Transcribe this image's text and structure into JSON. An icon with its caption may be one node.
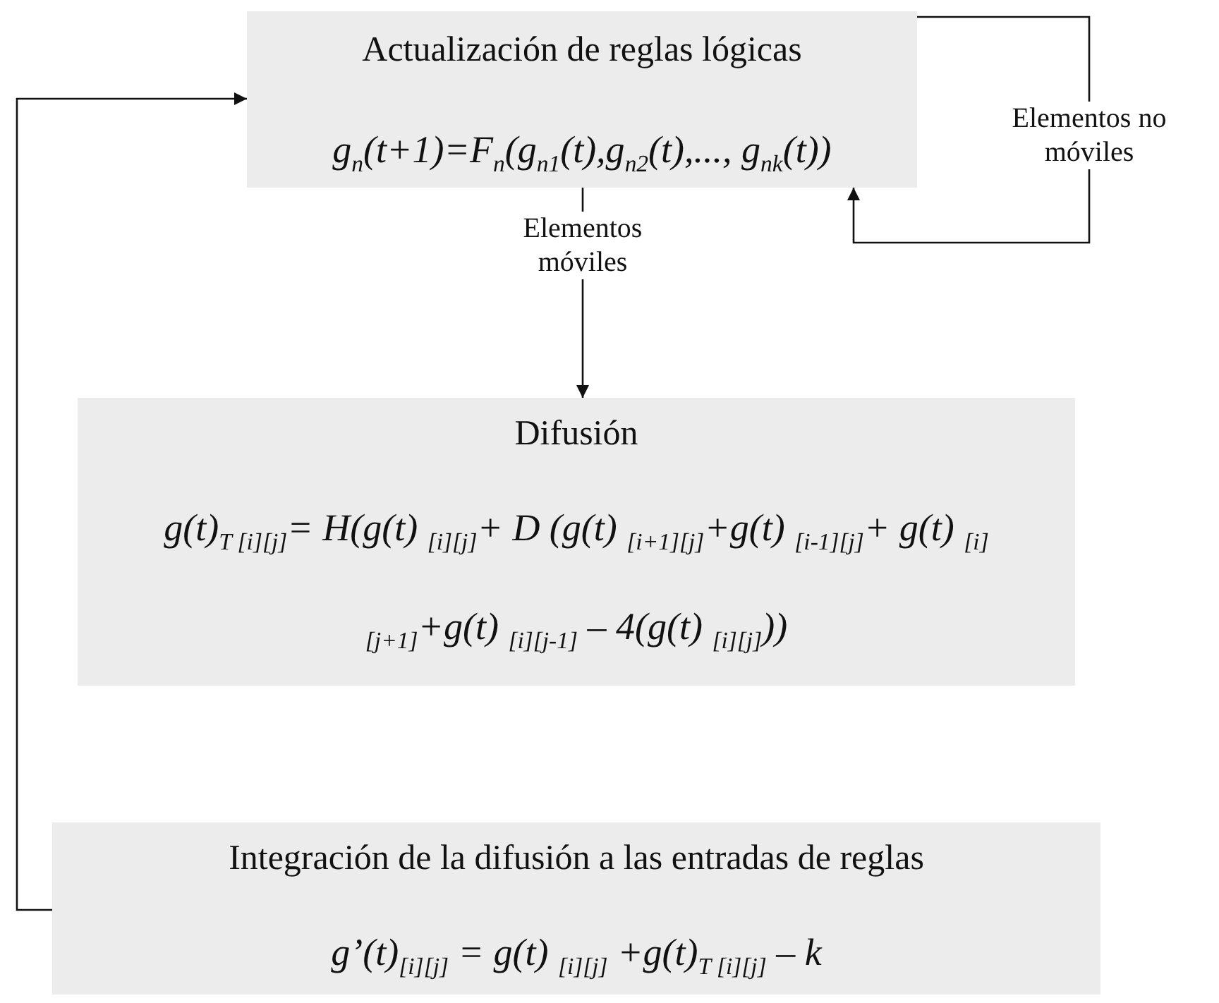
{
  "diagram": {
    "nodes": [
      {
        "text": [
          "Actualización de reglas lógicas",
          "g$_{n}$(t+1)=F$_{n}$(g$_{n1}$(t),g$_{n2}$(t),..., g$_{nk}$(t))"
        ]
      },
      {
        "text": [
          "Difusión",
          "g(t)$_{T [i][j]}$= H(g(t) $_{[i][j]}$+ D (g(t) $_{[i+1][j]}$+g(t) $_{[i-1][j]}$+ g(t) $_{[i][j+1]}$+g(t) $_{[i][j-1]}$ – 4(g(t) $_{[i][j]}$))"
        ]
      },
      {
        "text": [
          "Integración de la difusión a las entradas de reglas",
          "g’(t)$_{[i][j]}$ = g(t) $_{[i][j]}$ +g(t)$_{T [i][j]}$ – k"
        ]
      }
    ],
    "edges": [
      {
        "from": 0,
        "to": 1,
        "arrow": "to",
        "label": "Elementos móviles"
      },
      {
        "from": 2,
        "to": 0,
        "arrow": "to"
      },
      {
        "from": 0,
        "to": 0,
        "arrow": "to",
        "label": "Elementos no móviles"
      }
    ]
  }
}
